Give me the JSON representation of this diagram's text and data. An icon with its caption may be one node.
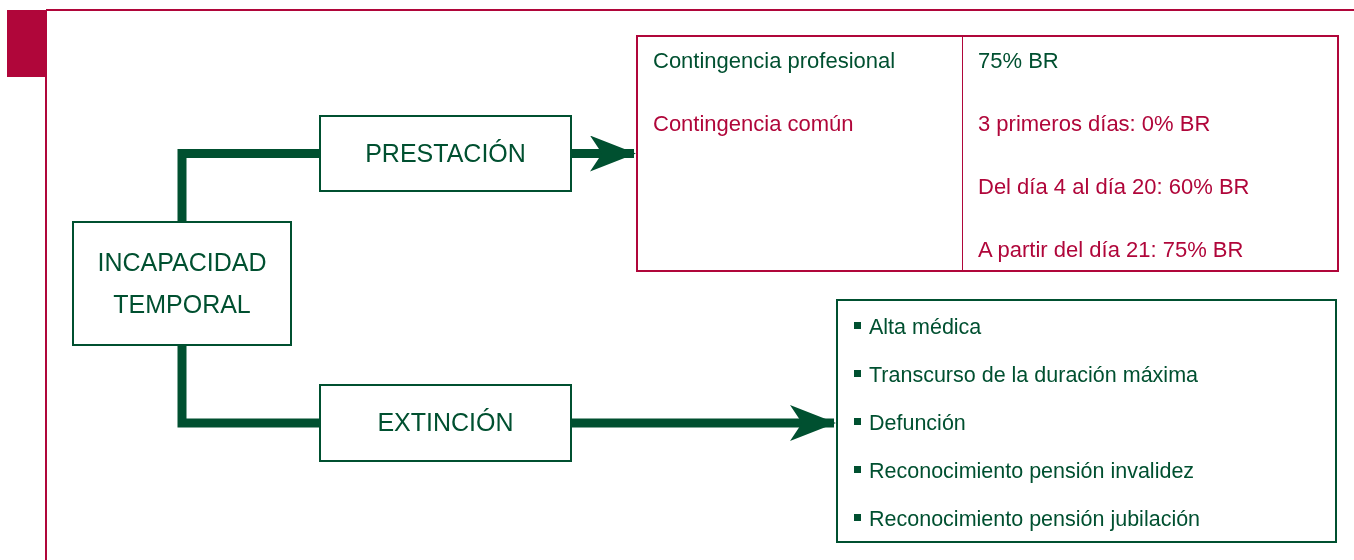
{
  "diagram": {
    "nodes": [
      {
        "text": [
          "INCAPACIDAD TEMPORAL"
        ]
      },
      {
        "text": [
          "PRESTACIÓN"
        ]
      },
      {
        "text": [
          "EXTINCIÓN"
        ]
      },
      {
        "text": [
          "Contingencia profesional",
          "75% BR",
          "Contingencia común",
          "3 primeros días: 0% BR",
          "Del día 4 al día 20: 60% BR",
          "A partir del día 21: 75% BR"
        ]
      },
      {
        "text": [
          "Alta médica",
          "Transcurso de la duración máxima",
          "Defunción",
          "Reconocimiento pensión invalidez",
          "Reconocimiento pensión jubilación"
        ]
      }
    ],
    "edges": [
      {
        "from": 0,
        "to": 1,
        "arrow": "none"
      },
      {
        "from": 0,
        "to": 2,
        "arrow": "none"
      },
      {
        "from": 1,
        "to": 3,
        "arrow": "to"
      },
      {
        "from": 2,
        "to": 4,
        "arrow": "to"
      }
    ]
  }
}
